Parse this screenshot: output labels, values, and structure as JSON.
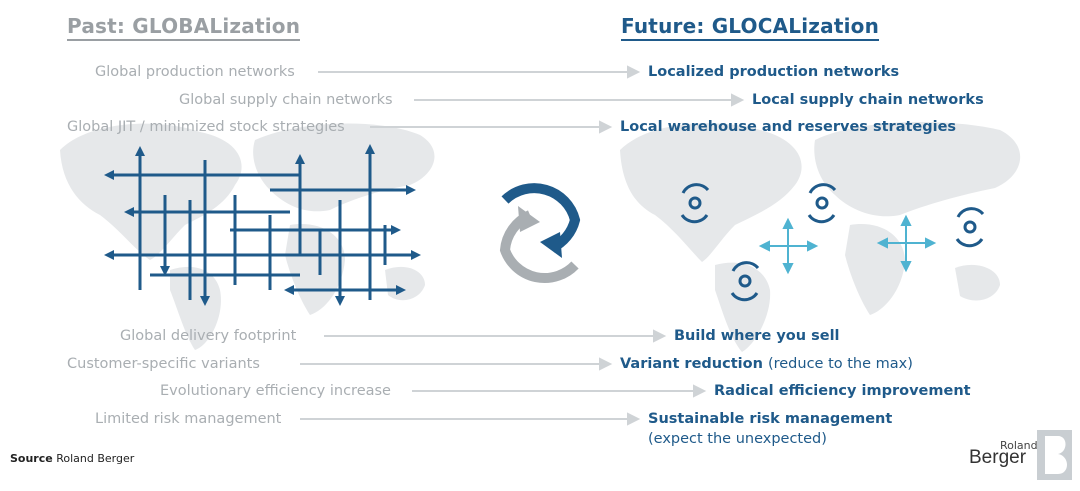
{
  "header": {
    "past_title": "Past: GLOBALization",
    "future_title": "Future: GLOCALization"
  },
  "rows": [
    {
      "left": "Global production networks",
      "right": "Localized production networks",
      "note": ""
    },
    {
      "left": "Global supply chain networks",
      "right": "Local supply chain networks",
      "note": ""
    },
    {
      "left": "Global JIT / minimized stock strategies",
      "right": "Local warehouse  and reserves strategies",
      "note": ""
    },
    {
      "left": "Global delivery footprint",
      "right": "Build where you sell",
      "note": ""
    },
    {
      "left": "Customer-specific variants",
      "right": "Variant reduction",
      "note": "(reduce to the max)"
    },
    {
      "left": "Evolutionary efficiency increase",
      "right": "Radical efficiency improvement",
      "note": ""
    },
    {
      "left": "Limited risk management",
      "right": "Sustainable risk management",
      "note": "(expect the unexpected)"
    }
  ],
  "source": {
    "label": "Source",
    "text": "Roland Berger"
  },
  "logo": {
    "line1": "Roland",
    "line2": "Berger"
  },
  "colors": {
    "blue": "#1f5a8a",
    "grey": "#9a9fa3",
    "light_blue": "#4fb3d1",
    "map": "#e6e8ea",
    "arrow": "#cfd3d6"
  },
  "icons": [
    "global-network-arrows-icon",
    "transition-cycle-icon",
    "local-cycle-icon",
    "spread-arrows-icon",
    "world-map-icon"
  ]
}
